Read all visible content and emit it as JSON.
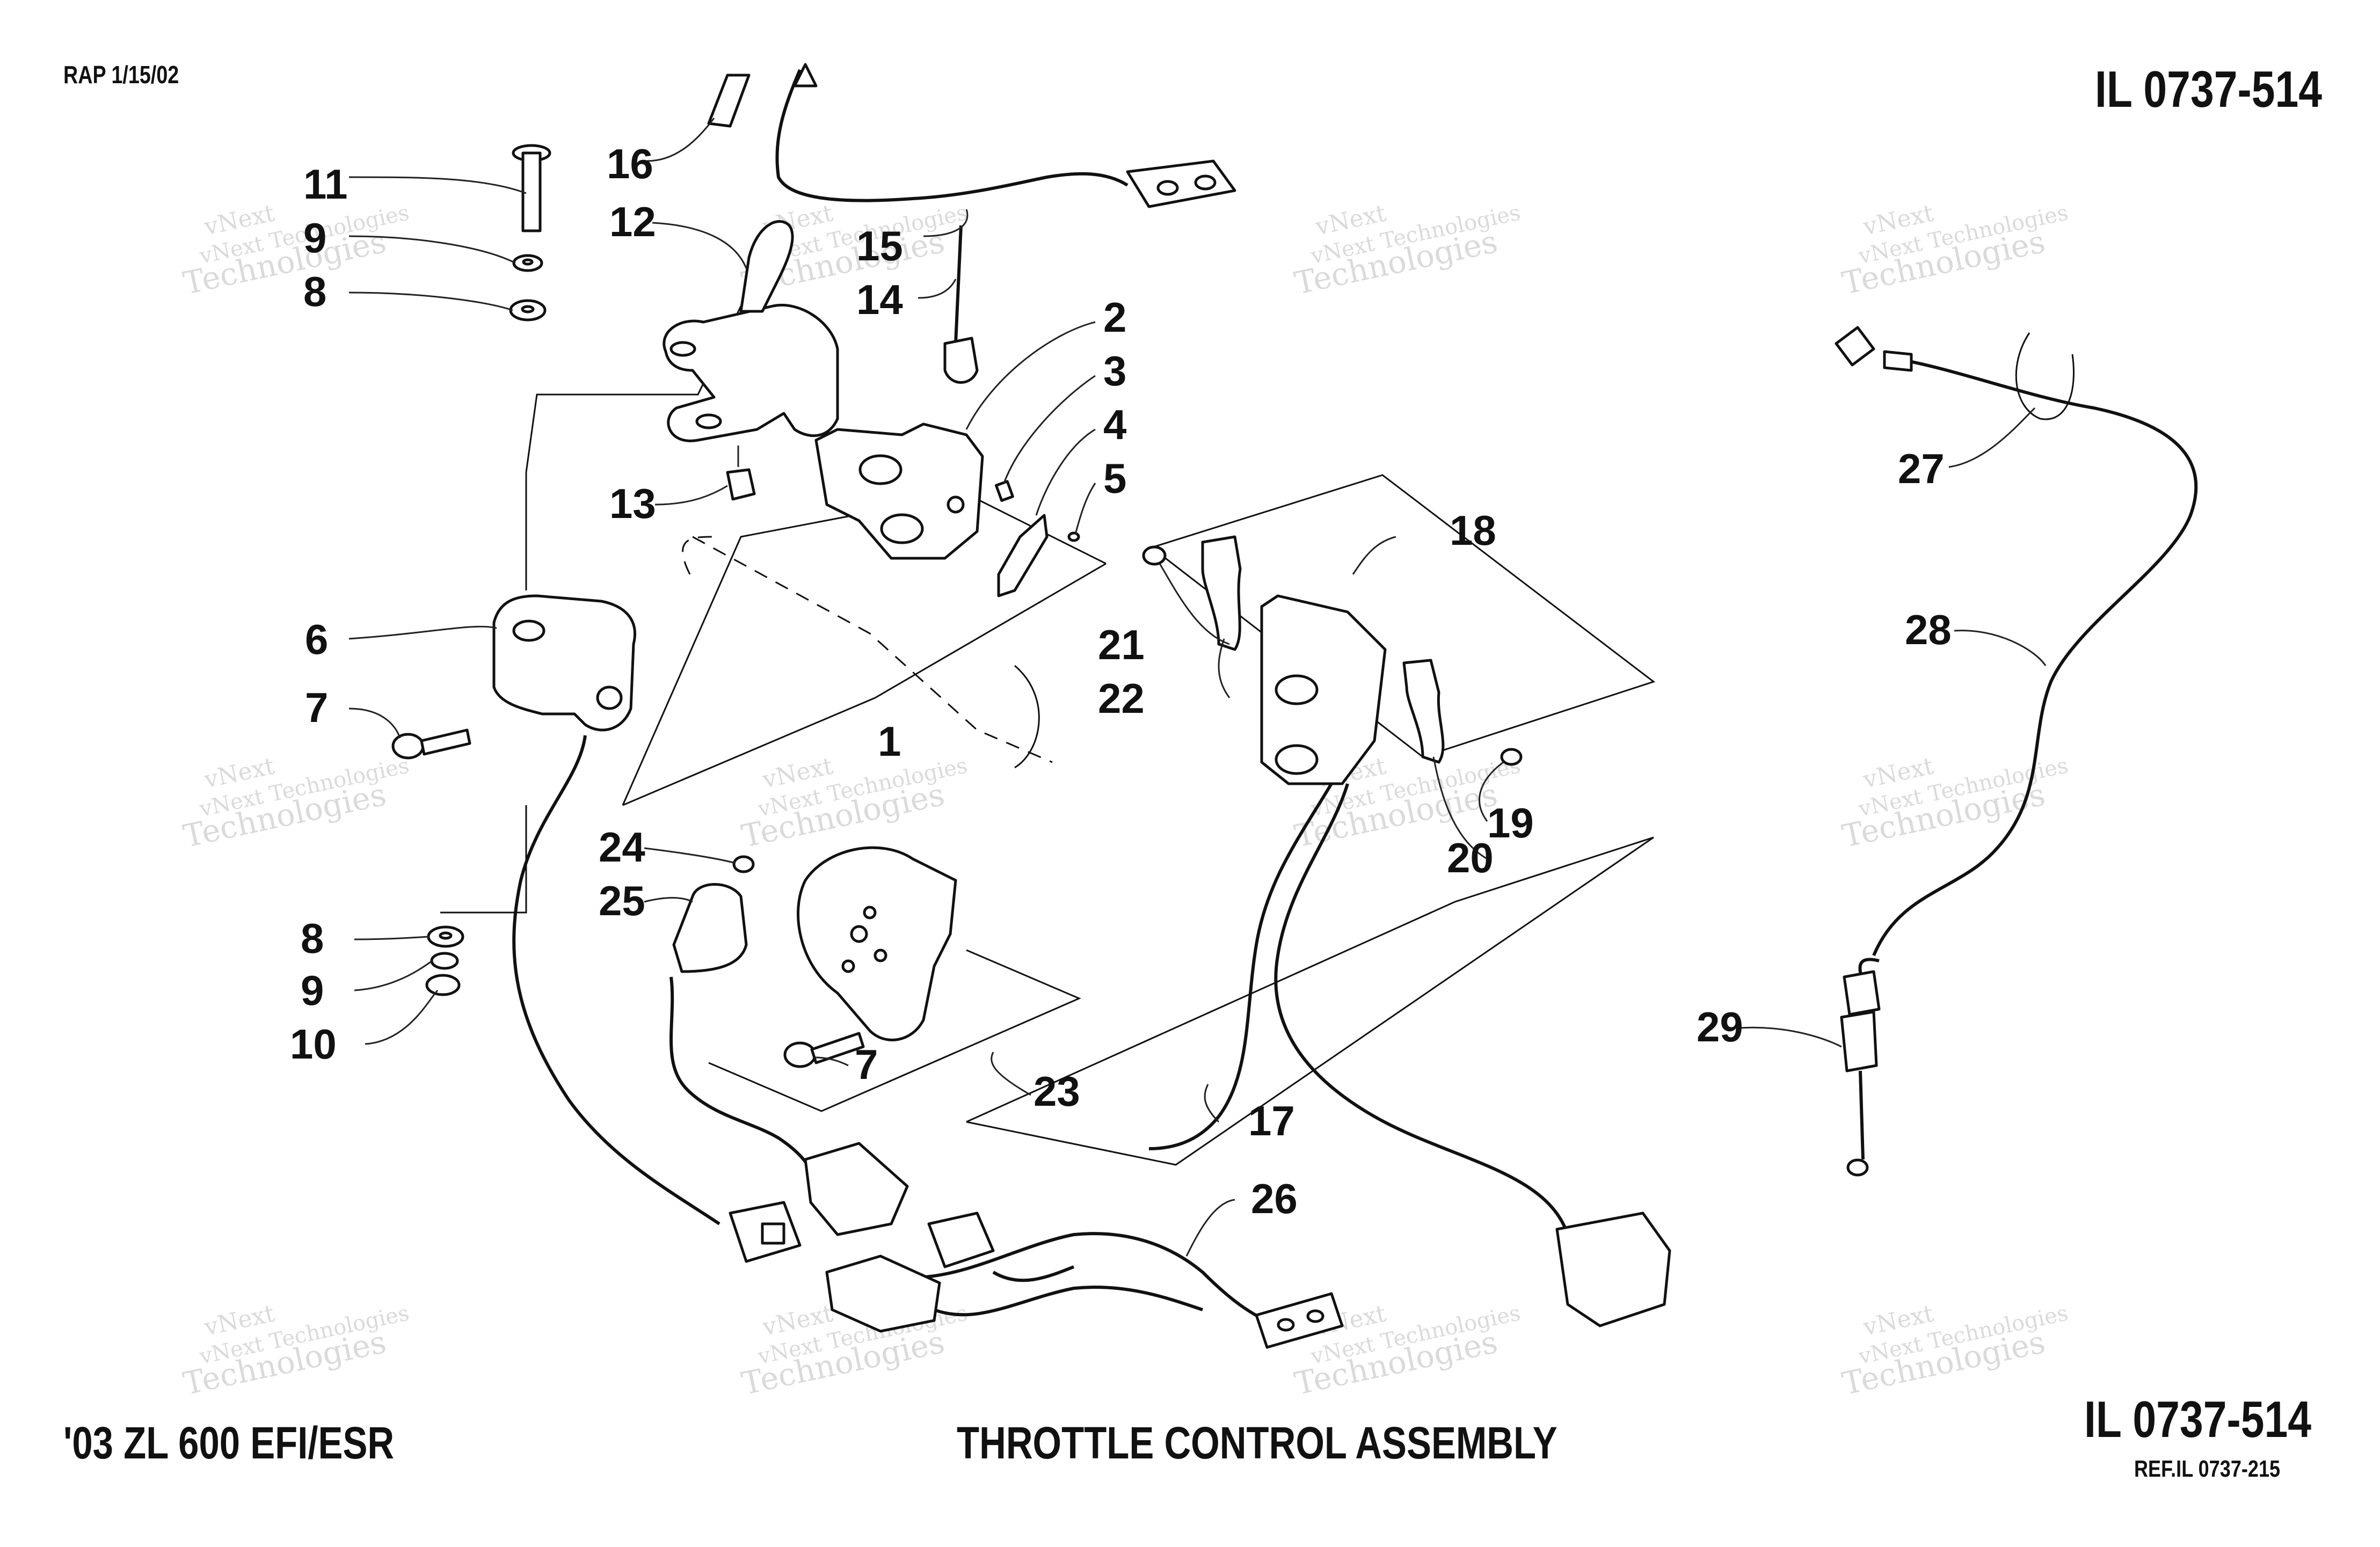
{
  "header": {
    "revision": "RAP 1/15/02",
    "illustration_number_top": "IL 0737-514"
  },
  "footer": {
    "model": "'03 ZL 600 EFI/ESR",
    "title": "THROTTLE CONTROL ASSEMBLY",
    "illustration_number_bottom": "IL 0737-514",
    "reference": "REF.IL 0737-215"
  },
  "watermark": {
    "line1": "vNext",
    "line2": "Technologies",
    "line3": "vNext Technologies"
  },
  "callouts": [
    {
      "id": "c1",
      "label": "1"
    },
    {
      "id": "c2",
      "label": "2"
    },
    {
      "id": "c3",
      "label": "3"
    },
    {
      "id": "c4",
      "label": "4"
    },
    {
      "id": "c5",
      "label": "5"
    },
    {
      "id": "c6",
      "label": "6"
    },
    {
      "id": "c7a",
      "label": "7"
    },
    {
      "id": "c7b",
      "label": "7"
    },
    {
      "id": "c8a",
      "label": "8"
    },
    {
      "id": "c8b",
      "label": "8"
    },
    {
      "id": "c9a",
      "label": "9"
    },
    {
      "id": "c9b",
      "label": "9"
    },
    {
      "id": "c10",
      "label": "10"
    },
    {
      "id": "c11",
      "label": "11"
    },
    {
      "id": "c12",
      "label": "12"
    },
    {
      "id": "c13",
      "label": "13"
    },
    {
      "id": "c14",
      "label": "14"
    },
    {
      "id": "c15",
      "label": "15"
    },
    {
      "id": "c16",
      "label": "16"
    },
    {
      "id": "c17",
      "label": "17"
    },
    {
      "id": "c18",
      "label": "18"
    },
    {
      "id": "c19",
      "label": "19"
    },
    {
      "id": "c20",
      "label": "20"
    },
    {
      "id": "c21",
      "label": "21"
    },
    {
      "id": "c22",
      "label": "22"
    },
    {
      "id": "c23",
      "label": "23"
    },
    {
      "id": "c24",
      "label": "24"
    },
    {
      "id": "c25",
      "label": "25"
    },
    {
      "id": "c26",
      "label": "26"
    },
    {
      "id": "c27",
      "label": "27"
    },
    {
      "id": "c28",
      "label": "28"
    },
    {
      "id": "c29",
      "label": "29"
    }
  ]
}
